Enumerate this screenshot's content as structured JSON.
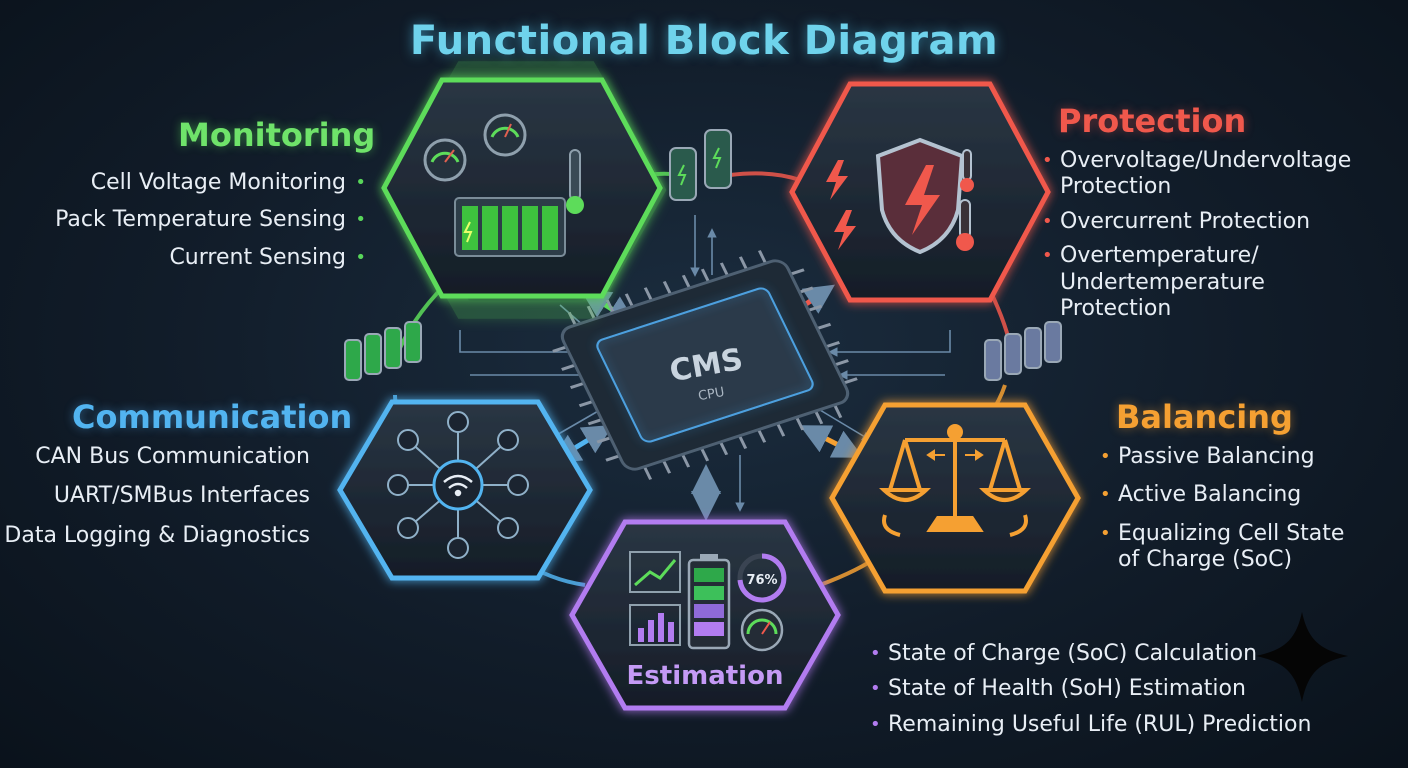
{
  "title": "Functional Block Diagram",
  "cpu": {
    "label": "CMS",
    "sublabel": "CPU"
  },
  "monitoring": {
    "heading": "Monitoring",
    "items": [
      "Cell Voltage Monitoring",
      "Pack Temperature Sensing",
      "Current Sensing"
    ],
    "color": "#5ddc5a"
  },
  "protection": {
    "heading": "Protection",
    "items": [
      "Overvoltage/Undervoltage Protection",
      "Overcurrent Protection",
      "Overtemperature/ Undertemperature Protection"
    ],
    "color": "#f0584c"
  },
  "communication": {
    "heading": "Communication",
    "items": [
      "CAN Bus Communication",
      "UART/SMBus Interfaces",
      "Data Logging & Diagnostics"
    ],
    "color": "#52b4f0"
  },
  "balancing": {
    "heading": "Balancing",
    "items": [
      "Passive Balancing",
      "Active Balancing",
      "Equalizing Cell State of Charge (SoC)"
    ],
    "color": "#f5a032"
  },
  "estimation": {
    "heading": "Estimation",
    "gauge_value": "76%",
    "items": [
      "State of Charge (SoC) Calculation",
      "State of Health (SoH) Estimation",
      "Remaining Useful Life (RUL) Prediction"
    ],
    "color": "#b27cf0"
  }
}
